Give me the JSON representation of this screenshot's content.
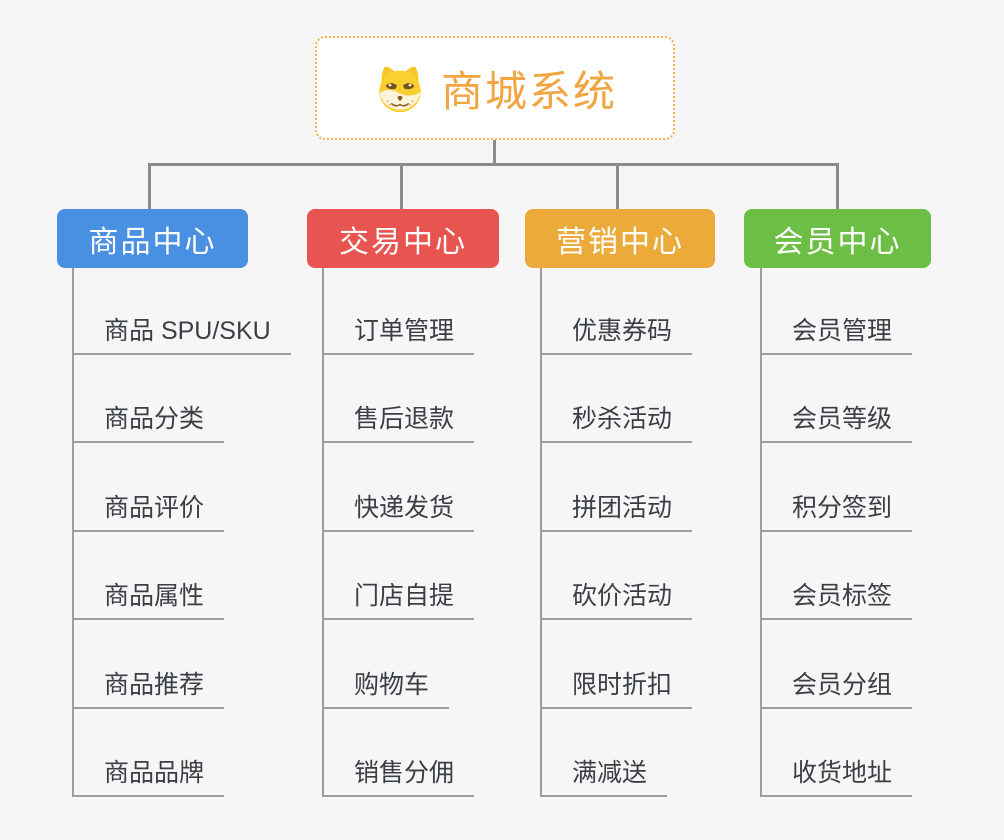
{
  "canvas": {
    "background": "#f6f6f6",
    "connector_color": "#8c8c8c",
    "leaf_line_color": "#9e9e9e",
    "leaf_text_color": "#3a3f46"
  },
  "root": {
    "title": "商城系统",
    "icon": "dog-face-icon",
    "text_color": "#f0a541",
    "border_color": "#f2b14e",
    "background": "#ffffff"
  },
  "branches": [
    {
      "label": "商品中心",
      "color": "#4a90e2",
      "items": [
        "商品 SPU/SKU",
        "商品分类",
        "商品评价",
        "商品属性",
        "商品推荐",
        "商品品牌"
      ]
    },
    {
      "label": "交易中心",
      "color": "#e8544f",
      "items": [
        "订单管理",
        "售后退款",
        "快递发货",
        "门店自提",
        "购物车",
        "销售分佣"
      ]
    },
    {
      "label": "营销中心",
      "color": "#ecaa3b",
      "items": [
        "优惠券码",
        "秒杀活动",
        "拼团活动",
        "砍价活动",
        "限时折扣",
        "满减送"
      ]
    },
    {
      "label": "会员中心",
      "color": "#6cbe44",
      "items": [
        "会员管理",
        "会员等级",
        "积分签到",
        "会员标签",
        "会员分组",
        "收货地址"
      ]
    }
  ]
}
